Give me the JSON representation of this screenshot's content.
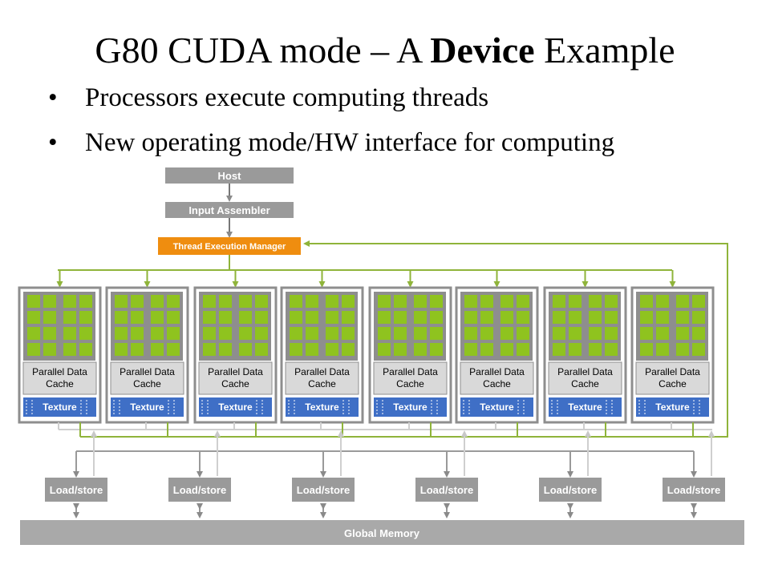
{
  "title": {
    "prefix": "G80 CUDA mode – A ",
    "bold": "Device",
    "suffix": " Example"
  },
  "bullets": [
    "Processors execute computing threads",
    "New operating mode/HW interface for computing"
  ],
  "diagram": {
    "host": "Host",
    "input_assembler": "Input Assembler",
    "thread_execution_manager": "Thread Execution Manager",
    "multiprocessors": [
      {
        "cache": [
          "Parallel Data",
          "Cache"
        ],
        "texture": "Texture"
      },
      {
        "cache": [
          "Parallel Data",
          "Cache"
        ],
        "texture": "Texture"
      },
      {
        "cache": [
          "Parallel Data",
          "Cache"
        ],
        "texture": "Texture"
      },
      {
        "cache": [
          "Parallel Data",
          "Cache"
        ],
        "texture": "Texture"
      },
      {
        "cache": [
          "Parallel Data",
          "Cache"
        ],
        "texture": "Texture"
      },
      {
        "cache": [
          "Parallel Data",
          "Cache"
        ],
        "texture": "Texture"
      },
      {
        "cache": [
          "Parallel Data",
          "Cache"
        ],
        "texture": "Texture"
      },
      {
        "cache": [
          "Parallel Data",
          "Cache"
        ],
        "texture": "Texture"
      }
    ],
    "load_store_units": [
      "Load/store",
      "Load/store",
      "Load/store",
      "Load/store",
      "Load/store",
      "Load/store"
    ],
    "global_memory": "Global Memory",
    "colors": {
      "core_green": "#8fc31f",
      "tex_blue": "#3f6fc6",
      "tem_orange": "#ef8d0f",
      "box_gray": "#9a9a9a",
      "line_green": "#8fb43a"
    }
  }
}
